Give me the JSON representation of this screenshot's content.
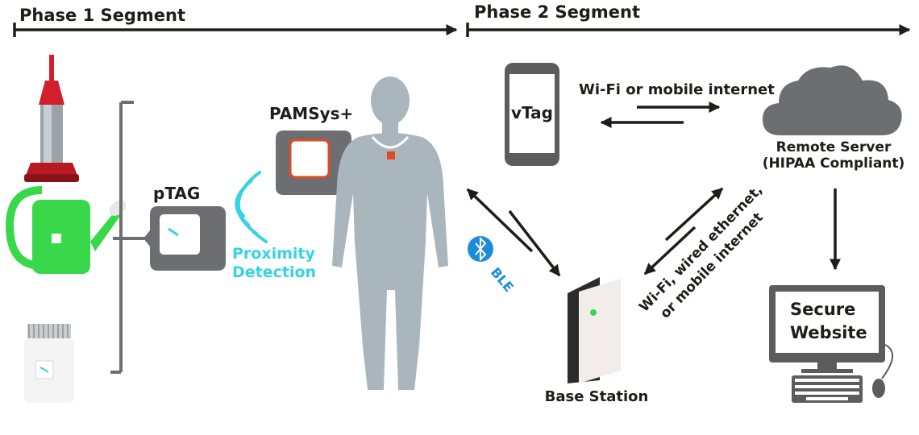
{
  "phases": {
    "phase1": "Phase 1 Segment",
    "phase2": "Phase 2 Segment"
  },
  "devices": {
    "ptag": "pTAG",
    "pamsys": "PAMSys+",
    "vtag": "vTag",
    "base_station": "Base Station",
    "remote_server_line1": "Remote Server",
    "remote_server_line2": "(HIPAA Compliant)",
    "website_line1": "Secure",
    "website_line2": "Website"
  },
  "links": {
    "proximity_line1": "Proximity",
    "proximity_line2": "Detection",
    "ble": "BLE",
    "wifi_mobile": "Wi-Fi or mobile internet",
    "wifi_wired_line1": "Wi-Fi, wired ethernet,",
    "wifi_wired_line2": "or mobile internet"
  },
  "icons": [
    "vacuum-icon",
    "watering-can-icon",
    "pill-bottle-icon",
    "sensor-icon",
    "human-figure-icon",
    "smartphone-icon",
    "cloud-icon",
    "base-station-icon",
    "desktop-computer-icon",
    "bluetooth-icon"
  ],
  "colors": {
    "dark": "#1d1d1b",
    "gray": "#6d6e71",
    "body": "#aab6bd",
    "cyan": "#35d3e3",
    "blue": "#1d8bd8",
    "green": "#39d84a",
    "red": "#d11f2b"
  }
}
